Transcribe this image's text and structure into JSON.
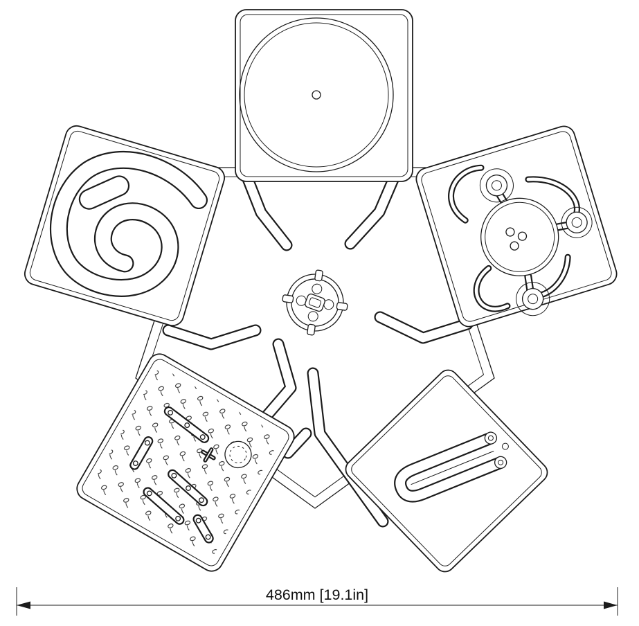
{
  "dimension": {
    "label": "486mm [19.1in]",
    "value_mm": 486,
    "value_in": 19.1
  },
  "colors": {
    "line": "#1c1c1c",
    "background": "#ffffff"
  }
}
